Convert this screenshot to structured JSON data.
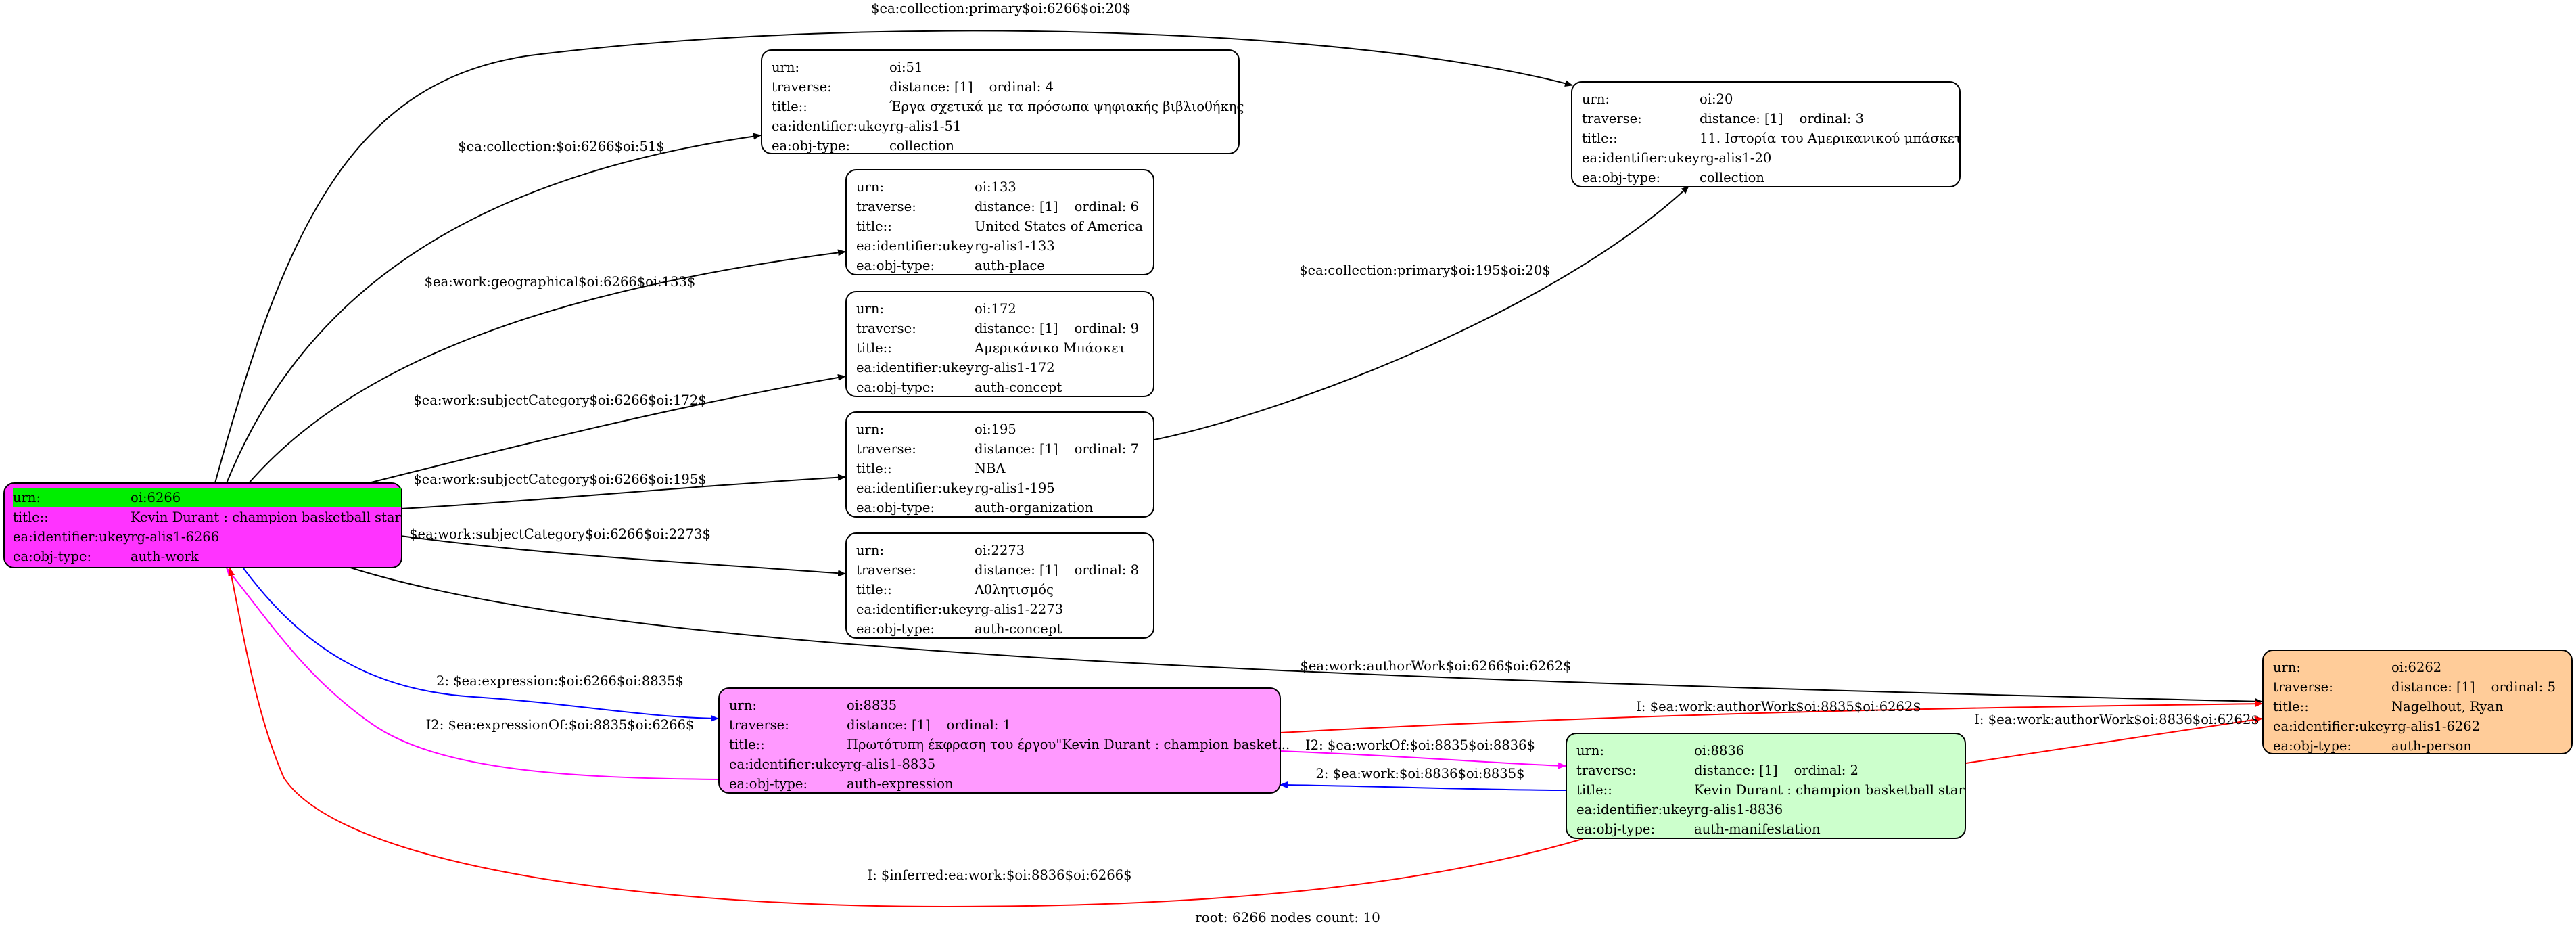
{
  "colors": {
    "root_fill": "#ff33ff",
    "root_urn_highlight": "#00ee00",
    "expression_fill": "#ff99ff",
    "manifestation_fill": "#ccffcc",
    "person_fill": "#ffcc99",
    "edge_black": "#000000",
    "edge_red": "#ff0000",
    "edge_blue": "#0000ff",
    "edge_magenta": "#ff00ff"
  },
  "nodes": {
    "n6266": {
      "urn_k": "urn:",
      "urn_v": "oi:6266",
      "title_k": "title::",
      "title_v": "Kevin Durant : champion basketball star",
      "ukey_k": "ea:identifier:ukey",
      "ukey_v": "rg-alis1-6266",
      "type_k": "ea:obj-type:",
      "type_v": "auth-work"
    },
    "n51": {
      "urn_k": "urn:",
      "urn_v": "oi:51",
      "trav_k": "traverse:",
      "dist": "distance: [1]",
      "ord": "ordinal: 4",
      "title_k": "title::",
      "title_v": "Έργα σχετικά με τα πρόσωπα ψηφιακής βιβλιοθήκης",
      "ukey_k": "ea:identifier:ukey",
      "ukey_v": "rg-alis1-51",
      "type_k": "ea:obj-type:",
      "type_v": "collection"
    },
    "n20": {
      "urn_k": "urn:",
      "urn_v": "oi:20",
      "trav_k": "traverse:",
      "dist": "distance: [1]",
      "ord": "ordinal: 3",
      "title_k": "title::",
      "title_v": "11. Ιστορία του Αμερικανικού μπάσκετ",
      "ukey_k": "ea:identifier:ukey",
      "ukey_v": "rg-alis1-20",
      "type_k": "ea:obj-type:",
      "type_v": "collection"
    },
    "n133": {
      "urn_k": "urn:",
      "urn_v": "oi:133",
      "trav_k": "traverse:",
      "dist": "distance: [1]",
      "ord": "ordinal: 6",
      "title_k": "title::",
      "title_v": "United States of America",
      "ukey_k": "ea:identifier:ukey",
      "ukey_v": "rg-alis1-133",
      "type_k": "ea:obj-type:",
      "type_v": "auth-place"
    },
    "n172": {
      "urn_k": "urn:",
      "urn_v": "oi:172",
      "trav_k": "traverse:",
      "dist": "distance: [1]",
      "ord": "ordinal: 9",
      "title_k": "title::",
      "title_v": "Αμερικάνικο Μπάσκετ",
      "ukey_k": "ea:identifier:ukey",
      "ukey_v": "rg-alis1-172",
      "type_k": "ea:obj-type:",
      "type_v": "auth-concept"
    },
    "n195": {
      "urn_k": "urn:",
      "urn_v": "oi:195",
      "trav_k": "traverse:",
      "dist": "distance: [1]",
      "ord": "ordinal: 7",
      "title_k": "title::",
      "title_v": "NBA",
      "ukey_k": "ea:identifier:ukey",
      "ukey_v": "rg-alis1-195",
      "type_k": "ea:obj-type:",
      "type_v": "auth-organization"
    },
    "n2273": {
      "urn_k": "urn:",
      "urn_v": "oi:2273",
      "trav_k": "traverse:",
      "dist": "distance: [1]",
      "ord": "ordinal: 8",
      "title_k": "title::",
      "title_v": "Αθλητισμός",
      "ukey_k": "ea:identifier:ukey",
      "ukey_v": "rg-alis1-2273",
      "type_k": "ea:obj-type:",
      "type_v": "auth-concept"
    },
    "n8835": {
      "urn_k": "urn:",
      "urn_v": "oi:8835",
      "trav_k": "traverse:",
      "dist": "distance: [1]",
      "ord": "ordinal: 1",
      "title_k": "title::",
      "title_v": "Πρωτότυπη έκφραση του έργου\"Kevin Durant : champion basket...",
      "ukey_k": "ea:identifier:ukey",
      "ukey_v": "rg-alis1-8835",
      "type_k": "ea:obj-type:",
      "type_v": "auth-expression"
    },
    "n8836": {
      "urn_k": "urn:",
      "urn_v": "oi:8836",
      "trav_k": "traverse:",
      "dist": "distance: [1]",
      "ord": "ordinal: 2",
      "title_k": "title::",
      "title_v": "Kevin Durant : champion basketball star",
      "ukey_k": "ea:identifier:ukey",
      "ukey_v": "rg-alis1-8836",
      "type_k": "ea:obj-type:",
      "type_v": "auth-manifestation"
    },
    "n6262": {
      "urn_k": "urn:",
      "urn_v": "oi:6262",
      "trav_k": "traverse:",
      "dist": "distance: [1]",
      "ord": "ordinal: 5",
      "title_k": "title::",
      "title_v": "Nagelhout, Ryan",
      "ukey_k": "ea:identifier:ukey",
      "ukey_v": "rg-alis1-6262",
      "type_k": "ea:obj-type:",
      "type_v": "auth-person"
    }
  },
  "edges": {
    "e_20": "$ea:collection:primary$oi:6266$oi:20$",
    "e_51": "$ea:collection:$oi:6266$oi:51$",
    "e_133": "$ea:work:geographical$oi:6266$oi:133$",
    "e_172": "$ea:work:subjectCategory$oi:6266$oi:172$",
    "e_195": "$ea:work:subjectCategory$oi:6266$oi:195$",
    "e_2273": "$ea:work:subjectCategory$oi:6266$oi:2273$",
    "e_195_20": "$ea:collection:primary$oi:195$oi:20$",
    "e_6262": "$ea:work:authorWork$oi:6266$oi:6262$",
    "e_8835_6262": "I: $ea:work:authorWork$oi:8835$oi:6262$",
    "e_8836_6262": "I: $ea:work:authorWork$oi:8836$oi:6262$",
    "e_expr": "2: $ea:expression:$oi:6266$oi:8835$",
    "e_exprOf": "I2: $ea:expressionOf:$oi:8835$oi:6266$",
    "e_workOf": "I2: $ea:workOf:$oi:8835$oi:8836$",
    "e_work": "2: $ea:work:$oi:8836$oi:8835$",
    "e_inferred": "I: $inferred:ea:work:$oi:8836$oi:6266$"
  },
  "caption": "root: 6266 nodes count: 10"
}
